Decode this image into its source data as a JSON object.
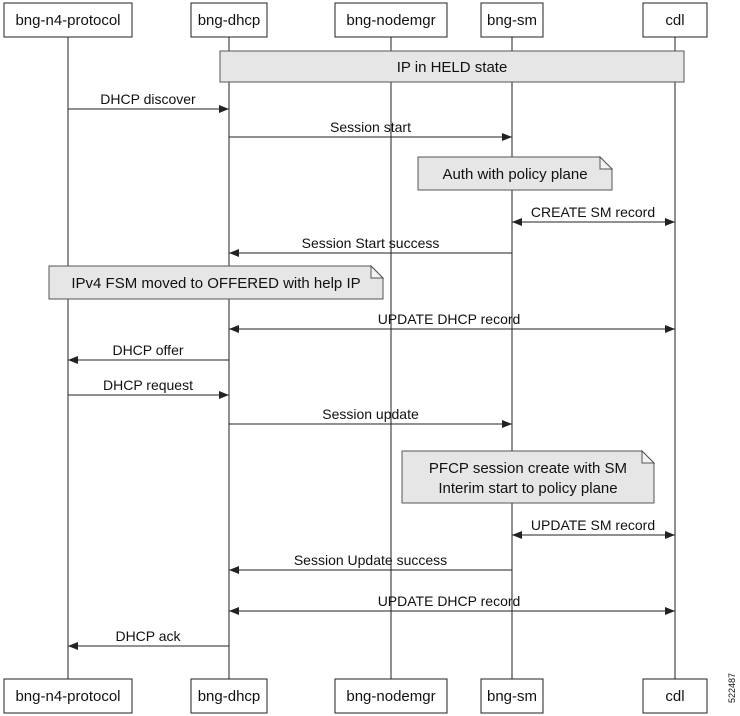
{
  "participants": [
    {
      "id": "n4",
      "label": "bng-n4-protocol"
    },
    {
      "id": "dhcp",
      "label": "bng-dhcp"
    },
    {
      "id": "nodemgr",
      "label": "bng-nodemgr"
    },
    {
      "id": "sm",
      "label": "bng-sm"
    },
    {
      "id": "cdl",
      "label": "cdl"
    }
  ],
  "band": {
    "label": "IP in HELD state"
  },
  "notes": [
    {
      "lines": [
        "Auth with policy plane"
      ]
    },
    {
      "lines": [
        "IPv4 FSM moved to OFFERED with help IP"
      ]
    },
    {
      "lines": [
        "PFCP session create with SM",
        "Interim start to policy plane"
      ]
    }
  ],
  "messages": [
    {
      "label": "DHCP discover",
      "from": "n4",
      "to": "dhcp",
      "bidirectional": false
    },
    {
      "label": "Session start",
      "from": "dhcp",
      "to": "sm",
      "bidirectional": false
    },
    {
      "label": "CREATE SM record",
      "from": "sm",
      "to": "cdl",
      "bidirectional": true
    },
    {
      "label": "Session Start success",
      "from": "sm",
      "to": "dhcp",
      "bidirectional": false
    },
    {
      "label": "UPDATE DHCP record",
      "from": "dhcp",
      "to": "cdl",
      "bidirectional": true
    },
    {
      "label": "DHCP offer",
      "from": "dhcp",
      "to": "n4",
      "bidirectional": false
    },
    {
      "label": "DHCP request",
      "from": "n4",
      "to": "dhcp",
      "bidirectional": false
    },
    {
      "label": "Session update",
      "from": "dhcp",
      "to": "sm",
      "bidirectional": false
    },
    {
      "label": "UPDATE SM record",
      "from": "sm",
      "to": "cdl",
      "bidirectional": true
    },
    {
      "label": "Session Update success",
      "from": "sm",
      "to": "dhcp",
      "bidirectional": false
    },
    {
      "label": "UPDATE DHCP record",
      "from": "dhcp",
      "to": "cdl",
      "bidirectional": true
    },
    {
      "label": "DHCP ack",
      "from": "dhcp",
      "to": "n4",
      "bidirectional": false
    }
  ],
  "figure_number": "522487"
}
